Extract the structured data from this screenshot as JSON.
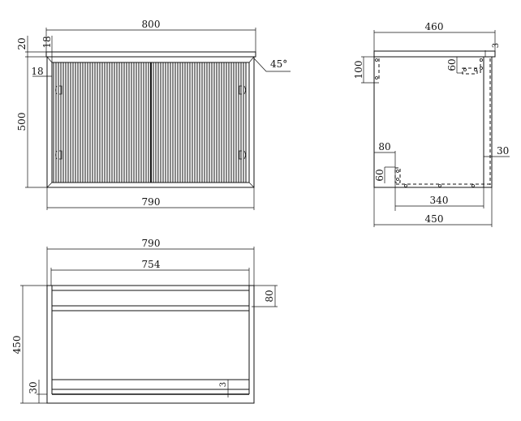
{
  "front_view": {
    "overall_width": "800",
    "body_width": "790",
    "height": "500",
    "top_thickness": "20",
    "panel_edge_top": "18",
    "panel_edge_left": "18",
    "angle": "45°"
  },
  "side_view": {
    "top_depth": "460",
    "body_depth": "450",
    "inner_span": "340",
    "offset_top": "3",
    "hinge_height": "100",
    "bracket_top": "60",
    "bracket_bottom_width": "80",
    "bracket_bottom_height": "60",
    "side_panel": "30"
  },
  "bottom_view": {
    "outer_width": "790",
    "inner_width": "754",
    "depth": "450",
    "rail_front": "80",
    "rail_back": "30",
    "gap": "3"
  }
}
